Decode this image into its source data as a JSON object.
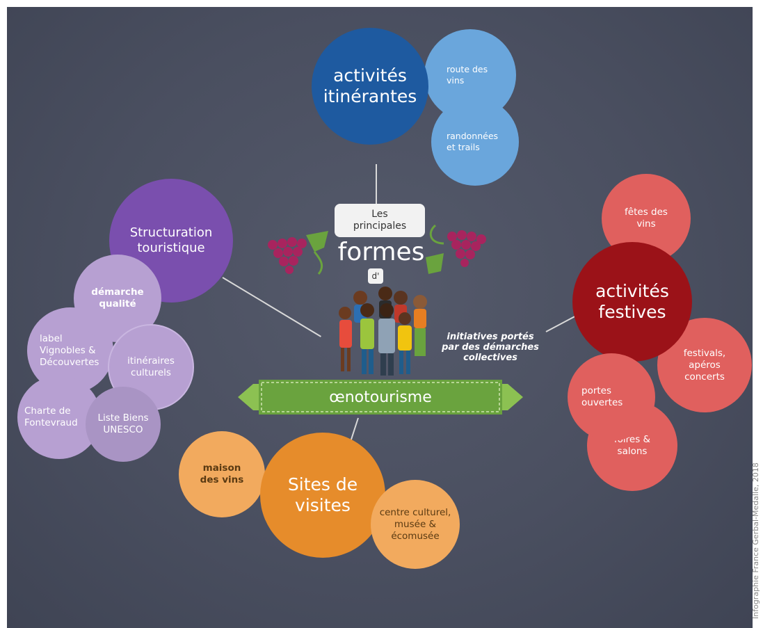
{
  "title": {
    "les": "Les\nprincipales",
    "formes": "formes",
    "d": "d'",
    "banner": "œnotourisme",
    "initiatives": "initiatives portés\npar des démarches\ncollectives"
  },
  "nodes": {
    "itinerantes": "activités\nitinérantes",
    "route_vins": "route des\nvins",
    "randonnees": "randonnées\net trails",
    "structuration": "Structuration\ntouristique",
    "demarche": "démarche\nqualité",
    "label": "label\nVignobles &\nDécouvertes",
    "itineraires": "itinéraires\nculturels",
    "charte": "Charte de\nFontevraud",
    "unesco": "Liste Biens\nUNESCO",
    "fetes": "fêtes des\nvins",
    "festives": "activités\nfestives",
    "festivals": "festivals,\napéros\nconcerts",
    "portes": "portes\nouvertes",
    "foires": "foires &\nsalons",
    "sites": "Sites de visites",
    "maison": "maison\ndes vins",
    "centre": "centre culturel,\nmusée &\nécomusée"
  },
  "credit": "Infographie France Gerbal-Medalle, 2018",
  "colors": {
    "board": "#4a4f60",
    "itinerant_main": "#1e5aa0",
    "itinerant_light": "#6aa6dc",
    "structuration_main": "#7a4fae",
    "structuration_light": "#b7a0d2",
    "festive_main": "#9b1218",
    "festive_light": "#e0605e",
    "visites_main": "#e68c2b",
    "visites_light": "#f2aa5e",
    "banner": "#6aa33e"
  }
}
